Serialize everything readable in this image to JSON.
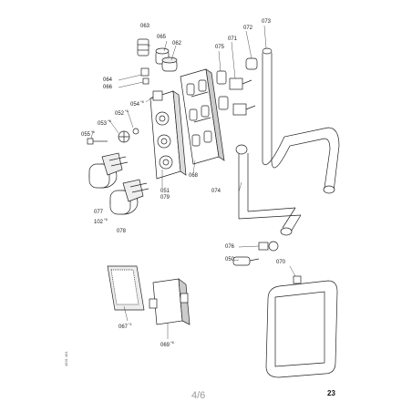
{
  "labels": {
    "l063": "063",
    "l065": "065",
    "l062": "062",
    "l064": "064",
    "l066": "066",
    "l054": "054",
    "l054_sup": "*6",
    "l053": "053",
    "l053_sup": "*6",
    "l052": "052",
    "l052_sup": "*6",
    "l055": "055",
    "l055_sup": "*6",
    "l077": "077",
    "l102": "102",
    "l102_sup": "*6",
    "l078": "078",
    "l051": "051",
    "l079": "079",
    "l068": "068",
    "l075": "075",
    "l071": "071",
    "l072": "072",
    "l073": "073",
    "l074": "074",
    "l076": "076",
    "l050": "050",
    "l070": "070",
    "l067": "067",
    "l067_sup": "*1",
    "l069": "069",
    "l069_sup": "*6"
  },
  "footer": {
    "page": "4/6",
    "number": "23",
    "side_code": "4831 481"
  }
}
